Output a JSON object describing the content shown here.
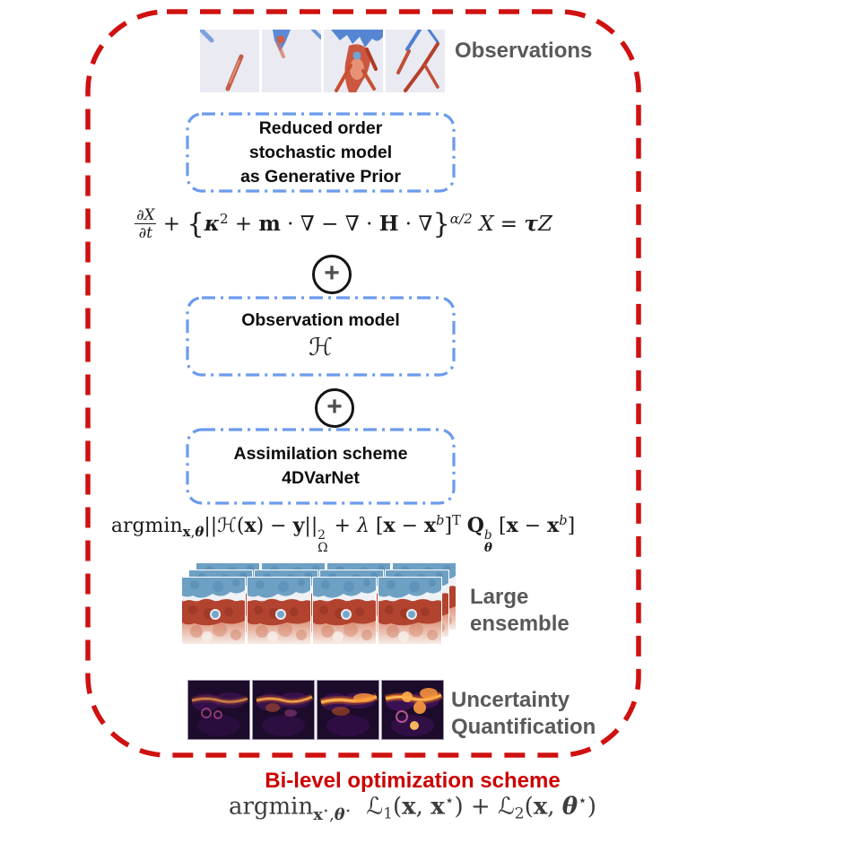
{
  "figure": {
    "observations": {
      "label": "Observations"
    },
    "generative_prior_box": {
      "lines": [
        "Reduced order",
        "stochastic model",
        "as Generative Prior"
      ]
    },
    "plus_symbol": "+",
    "observation_model_box": {
      "title": "Observation model",
      "symbol": "ℋ"
    },
    "assimilation_box": {
      "lines": [
        "Assimilation scheme",
        "4DVarNet"
      ]
    },
    "spde_equation": [
      {
        "frac": {
          "n": [
            {
              "t": "∂X",
              "s": "i"
            }
          ],
          "d": [
            {
              "t": "∂t",
              "s": "i"
            }
          ]
        }
      },
      {
        "t": " + ",
        "s": "n"
      },
      {
        "t": "{",
        "s": "big"
      },
      {
        "t": "κ",
        "s": "bi"
      },
      {
        "t": "2",
        "s": "sup"
      },
      {
        "t": " + ",
        "s": "n"
      },
      {
        "t": "m",
        "s": "b"
      },
      {
        "t": " · ∇ − ∇ · ",
        "s": "n"
      },
      {
        "t": "H",
        "s": "b"
      },
      {
        "t": " · ∇",
        "s": "n"
      },
      {
        "t": "}",
        "s": "big"
      },
      {
        "t": "α/2",
        "s": "supi"
      },
      {
        "t": " X",
        "s": "i"
      },
      {
        "t": " = ",
        "s": "n"
      },
      {
        "t": "τ",
        "s": "bi"
      },
      {
        "t": "Z",
        "s": "i"
      }
    ],
    "variational_equation": [
      {
        "t": "argmin",
        "s": "n"
      },
      {
        "sub": [
          {
            "t": "x",
            "s": "b"
          },
          {
            "t": ",",
            "s": "n"
          },
          {
            "t": "θ",
            "s": "bi"
          }
        ]
      },
      {
        "t": "||",
        "s": "n"
      },
      {
        "t": "ℋ",
        "s": "n"
      },
      {
        "t": "(",
        "s": "n"
      },
      {
        "t": "x",
        "s": "b"
      },
      {
        "t": ") − ",
        "s": "n"
      },
      {
        "t": "y",
        "s": "b"
      },
      {
        "t": "||",
        "s": "n"
      },
      {
        "stack": {
          "sup": [
            {
              "t": "2",
              "s": "n"
            }
          ],
          "sub": [
            {
              "t": "Ω",
              "s": "n"
            }
          ]
        }
      },
      {
        "t": " + ",
        "s": "n"
      },
      {
        "t": "λ",
        "s": "i"
      },
      {
        "t": " [",
        "s": "n"
      },
      {
        "t": "x",
        "s": "b"
      },
      {
        "t": " − ",
        "s": "n"
      },
      {
        "t": "x",
        "s": "b"
      },
      {
        "t": "b",
        "s": "supi"
      },
      {
        "t": "]",
        "s": "n"
      },
      {
        "t": "T",
        "s": "sup"
      },
      {
        "t": " ",
        "s": "n"
      },
      {
        "t": "Q",
        "s": "b"
      },
      {
        "stack": {
          "sup": [
            {
              "t": "b",
              "s": "i"
            }
          ],
          "sub": [
            {
              "t": "θ",
              "s": "bi"
            }
          ]
        }
      },
      {
        "t": " [",
        "s": "n"
      },
      {
        "t": "x",
        "s": "b"
      },
      {
        "t": " − ",
        "s": "n"
      },
      {
        "t": "x",
        "s": "b"
      },
      {
        "t": "b",
        "s": "supi"
      },
      {
        "t": "]",
        "s": "n"
      }
    ],
    "ensemble": {
      "label_lines": [
        "Large",
        "ensemble"
      ]
    },
    "uncertainty": {
      "label_lines": [
        "Uncertainty",
        "Quantification"
      ]
    },
    "footer": {
      "title": "Bi-level optimization scheme",
      "equation": [
        {
          "t": "argmin",
          "s": "n"
        },
        {
          "sub": [
            {
              "t": "x",
              "s": "b"
            },
            {
              "t": "⋆",
              "s": "sup"
            },
            {
              "t": ",",
              "s": "n"
            },
            {
              "t": "θ",
              "s": "bi"
            },
            {
              "t": "⋆",
              "s": "sup"
            }
          ]
        },
        {
          "t": "  ",
          "s": "n"
        },
        {
          "t": "ℒ",
          "s": "n"
        },
        {
          "t": "1",
          "s": "sub"
        },
        {
          "t": "(",
          "s": "n"
        },
        {
          "t": "x",
          "s": "b"
        },
        {
          "t": ", ",
          "s": "n"
        },
        {
          "t": "x",
          "s": "b"
        },
        {
          "t": "⋆",
          "s": "sup"
        },
        {
          "t": ") + ",
          "s": "n"
        },
        {
          "t": "ℒ",
          "s": "n"
        },
        {
          "t": "2",
          "s": "sub"
        },
        {
          "t": "(",
          "s": "n"
        },
        {
          "t": "x",
          "s": "b"
        },
        {
          "t": ", ",
          "s": "n"
        },
        {
          "t": "θ",
          "s": "bi"
        },
        {
          "t": "⋆",
          "s": "sup"
        },
        {
          "t": ")",
          "s": "n"
        }
      ]
    }
  },
  "colors": {
    "outer_border_red": "#cf1110",
    "inner_box_border_blue": "#6b9bee",
    "label_gray": "#595959",
    "footer_title_red": "#cc0000",
    "box_text_black": "#0d0d0d"
  }
}
